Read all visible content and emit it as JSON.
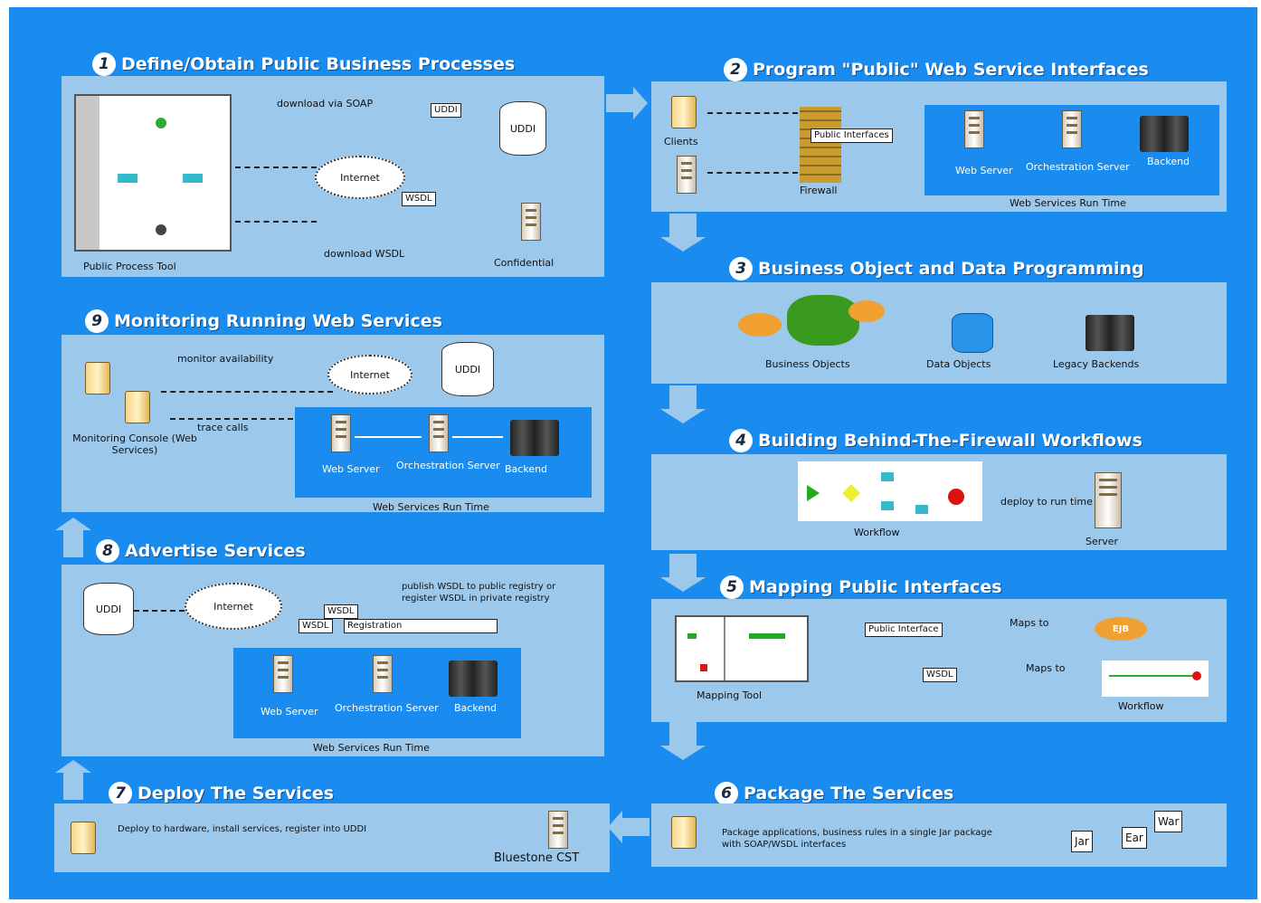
{
  "steps": [
    {
      "num": "1",
      "title": "Define/Obtain Public Business Processes"
    },
    {
      "num": "2",
      "title": "Program \"Public\" Web Service Interfaces"
    },
    {
      "num": "3",
      "title": "Business Object and Data Programming"
    },
    {
      "num": "4",
      "title": "Building Behind-The-Firewall Workflows"
    },
    {
      "num": "5",
      "title": "Mapping Public Interfaces"
    },
    {
      "num": "6",
      "title": "Package The Services"
    },
    {
      "num": "7",
      "title": "Deploy The Services"
    },
    {
      "num": "8",
      "title": "Advertise Services"
    },
    {
      "num": "9",
      "title": "Monitoring Running Web Services"
    }
  ],
  "step1": {
    "download_note": "download via SOAP",
    "uddi_box": "UDDI",
    "uddi_db": "UDDI",
    "internet": "Internet",
    "download_wsdl": "download WSDL",
    "public_process_tool": "Public Process Tool",
    "wsdl_box": "WSDL",
    "confidential": "Confidential"
  },
  "step2": {
    "clients": "Clients",
    "firewall": "Firewall",
    "public_interfaces": "Public Interfaces",
    "web_server": "Web Server",
    "orchestration_server": "Orchestration Server",
    "backend": "Backend",
    "tier": "Web Services Run Time"
  },
  "step3": {
    "business_objects": "Business Objects",
    "data_objects": "Data Objects",
    "legacy": "Legacy Backends"
  },
  "step4": {
    "workflow": "Workflow",
    "deploy_note": "deploy to run time",
    "server": "Server"
  },
  "step5": {
    "mapping_tool": "Mapping Tool",
    "public_interface": "Public Interface",
    "maps_to_1": "Maps to",
    "ejb": "EJB",
    "wsdl": "WSDL",
    "maps_to_2": "Maps to",
    "workflow": "Workflow"
  },
  "step6": {
    "text": "Package applications, business rules in a single Jar package with SOAP/WSDL interfaces",
    "jar": "Jar",
    "ear": "Ear",
    "war": "War"
  },
  "step7": {
    "text": "Deploy to hardware, install services, register into UDDI",
    "server": "Bluestone CST"
  },
  "step8": {
    "uddi": "UDDI",
    "internet": "Internet",
    "note": "publish WSDL to public registry or register WSDL in private registry",
    "wsdl": "WSDL",
    "wsdl2": "WSDL",
    "registration": "Registration",
    "web_server": "Web Server",
    "orchestration_server": "Orchestration Server",
    "backend": "Backend",
    "tier": "Web Services Run Time"
  },
  "step9": {
    "monitor_note": "monitor availability",
    "internet": "Internet",
    "uddi": "UDDI",
    "trace_note": "trace calls",
    "monitor_label": "Monitoring Console (Web Services)",
    "web_server": "Web Server",
    "orchestration_server": "Orchestration Server",
    "backend": "Backend",
    "tier": "Web Services Run Time"
  }
}
